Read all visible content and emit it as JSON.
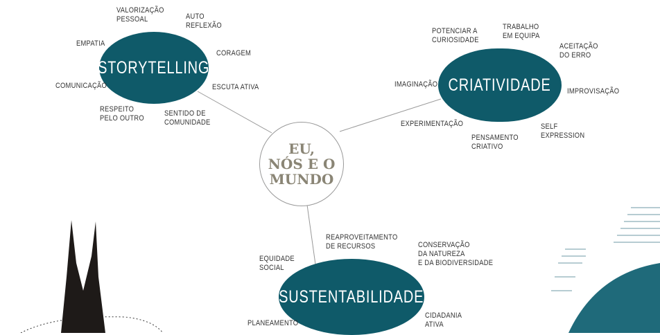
{
  "center": {
    "label": "Eu,\nNós e o\nMundo"
  },
  "nodes": [
    {
      "title": "Storytelling",
      "items": [
        "Valorização\npessoal",
        "Auto\nreflexão",
        "Empatia",
        "Coragem",
        "Comunicação",
        "Escuta ativa",
        "Respeito\npelo outro",
        "Sentido de\ncomunidade"
      ]
    },
    {
      "title": "Criatividade",
      "items": [
        "Potenciar a\ncuriosidade",
        "Trabalho\nem equipa",
        "Aceitação\ndo erro",
        "Imaginação",
        "Improvisação",
        "Experimentação",
        "Pensamento\ncriativo",
        "Self\nexpression"
      ]
    },
    {
      "title": "Sustentabilidade",
      "items": [
        "Reaproveitamento\nde recursos",
        "Conservação\nda natureza\ne da biodiversidade",
        "Equidade\nsocial",
        "Planeamento",
        "Cidadania\nativa"
      ]
    }
  ],
  "colors": {
    "node": "#0f5a69",
    "text": "#333333"
  }
}
